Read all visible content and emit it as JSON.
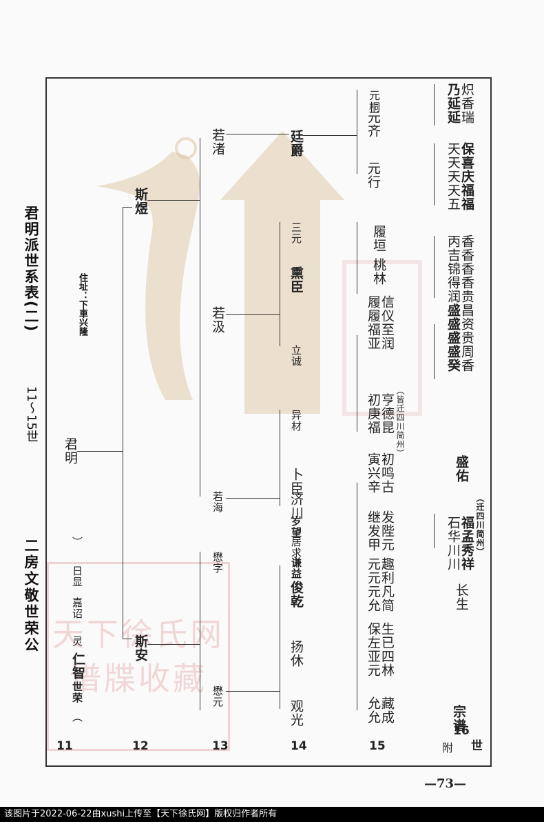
{
  "titles": {
    "branch": "二房文敬世荣公",
    "generations": "11～15世",
    "table": "君明派世系表(二)",
    "residence": "住址：下車兴隆"
  },
  "rows": {
    "r11": "11",
    "r12": "12",
    "r13": "13",
    "r14": "14",
    "r15": "15",
    "fu": "附",
    "r16": "16",
    "shi": "世"
  },
  "gen11": {
    "note_open": "（",
    "shirong": "世荣",
    "renzhi": "仁智",
    "ling": "灵",
    "jiazhao": "嘉诏",
    "rixian": "日显",
    "note_close": "）",
    "junming": "君明"
  },
  "gen12": {
    "sian": "斯安",
    "siyu": "斯煜"
  },
  "gen13": {
    "yiyuan": "懋元",
    "yuzi": "懋字",
    "ruohai": "若海",
    "ruoji": "若汲",
    "ruozhu": "若渚"
  },
  "gen14": {
    "guanguang": "观光",
    "yangxiu": "扬休",
    "junqian": "俊乾",
    "qian_yiqiu": "谦益",
    "juqiu": "居求",
    "suiwang": "岁望",
    "jichuan": "济川",
    "bochen": "卜臣",
    "yicai": "异材",
    "licheng": "立诚",
    "chongchen": "熏臣",
    "sanyuan": "三元",
    "tingjue": "廷爵"
  },
  "gen15": {
    "g1": "允允",
    "g1b": "藏成",
    "g2": "保左亚元",
    "g2b": "生已四林",
    "g3": "元元元允",
    "g3b": "趣利凡简",
    "g4": "继发甲",
    "g4b": "发陛元",
    "g5": "寅兴辛",
    "g5b": "初鸣古",
    "g6": "初庚福",
    "g6b": "亨德昆",
    "g7": "履履福亚",
    "g7b": "信仪至润",
    "g8": "桃林",
    "g9": "履垣",
    "g10": "元行",
    "g11": "元齐",
    "g12": "元桐",
    "note_sichuan": "（皆迁四川简州）"
  },
  "gen16": {
    "zongpu": "宗谱",
    "changsheng": "长生",
    "shihua": "石华川川",
    "fumeng": "福孟秀祥",
    "note_qian": "（迁四川简州）",
    "shengyou": "盛佑",
    "shengsheng": "盛盛盛盛癸",
    "changzi": "昌资贵周香",
    "bingji": "丙吉锦得润",
    "xiang": "香香香香贵",
    "tiantian": "天天天天五",
    "baoxi": "保喜庆福福",
    "naiyan": "乃延延",
    "zhixiang": "炽香瑞"
  },
  "watermark": {
    "seal": "天下徐氏网谱牒收藏"
  },
  "page_number": "—73—",
  "footer": "该图片于2022-06-22由xushi上传至【天下徐氏网】版权归作者所有"
}
